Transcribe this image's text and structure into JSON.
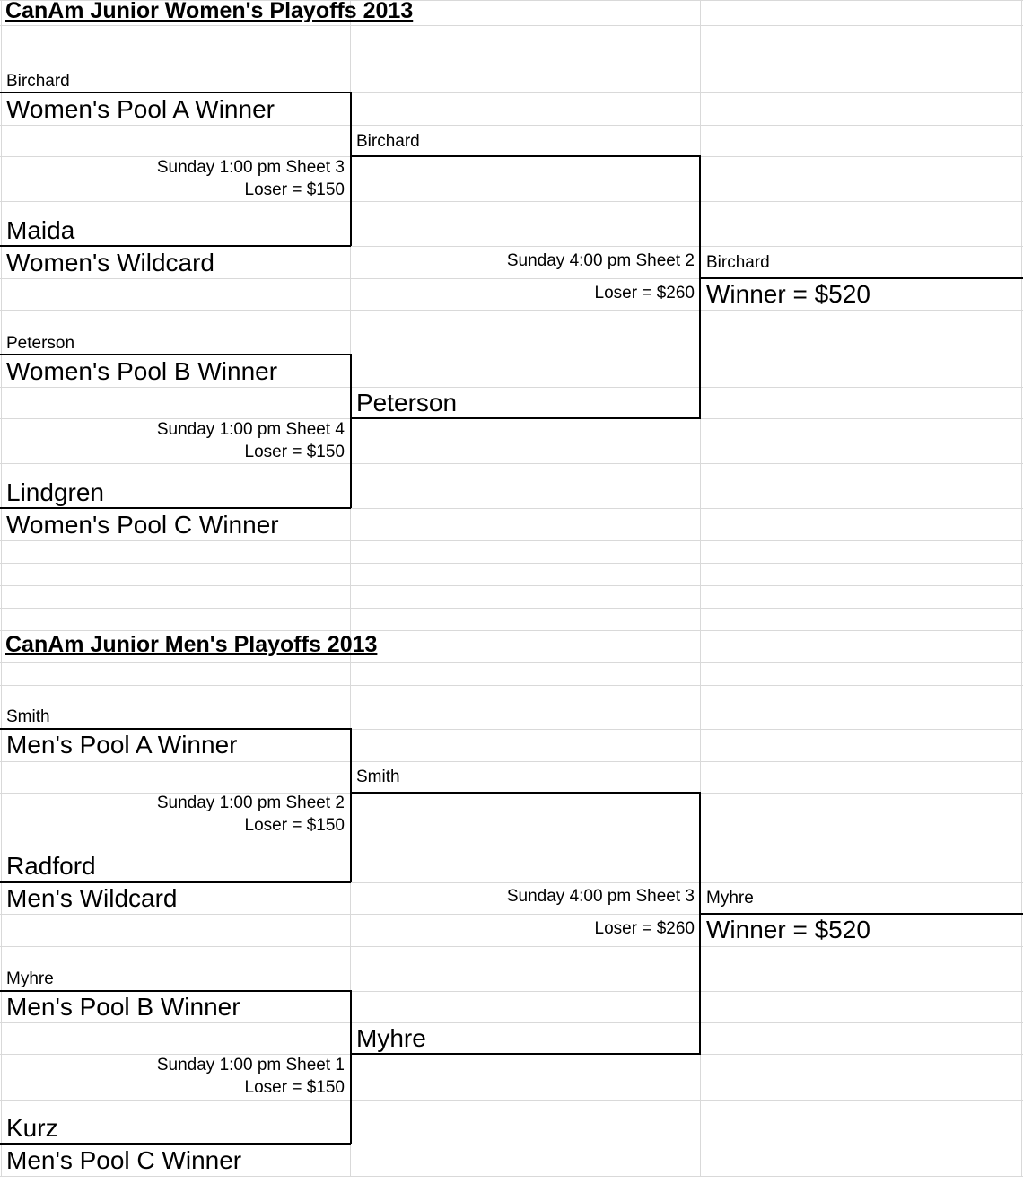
{
  "women": {
    "title": "CanAm Junior Women's Playoffs 2013",
    "game1": {
      "winner_name": "Birchard",
      "top_seed": "Women's Pool A Winner",
      "time": "Sunday 1:00 pm Sheet 3",
      "loser_prize": "Loser = $150",
      "bottom_name": "Maida",
      "bottom_seed": "Women's Wildcard"
    },
    "game2": {
      "winner_name": "Peterson",
      "top_seed": "Women's Pool B Winner",
      "time": "Sunday 1:00 pm Sheet 4",
      "loser_prize": "Loser = $150",
      "bottom_name": "Lindgren",
      "bottom_seed": "Women's Pool C Winner"
    },
    "final": {
      "top_name": "Birchard",
      "bottom_name": "Peterson",
      "time": "Sunday 4:00 pm Sheet 2",
      "loser_prize": "Loser = $260",
      "champion_name": "Birchard",
      "winner_prize": "Winner = $520"
    }
  },
  "men": {
    "title": "CanAm Junior Men's Playoffs 2013",
    "game1": {
      "winner_name": "Smith",
      "top_seed": "Men's Pool A Winner",
      "time": "Sunday 1:00 pm Sheet 2",
      "loser_prize": "Loser = $150",
      "bottom_name": "Radford",
      "bottom_seed": "Men's Wildcard"
    },
    "game2": {
      "winner_name": "Myhre",
      "top_seed": "Men's Pool B Winner",
      "time": "Sunday 1:00 pm Sheet 1",
      "loser_prize": "Loser = $150",
      "bottom_name": "Kurz",
      "bottom_seed": "Men's Pool C Winner"
    },
    "final": {
      "top_name": "Smith",
      "bottom_name": "Myhre",
      "time": "Sunday 4:00 pm Sheet 3",
      "loser_prize": "Loser = $260",
      "champion_name": "Myhre",
      "winner_prize": "Winner = $520"
    }
  }
}
